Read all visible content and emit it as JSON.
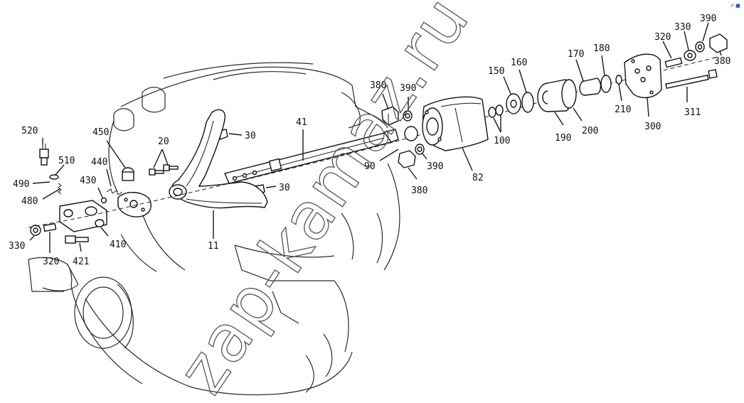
{
  "labels": {
    "l520": "520",
    "l510": "510",
    "l490": "490",
    "l480": "480",
    "l450": "450",
    "l440": "440",
    "l430": "430",
    "l410": "410",
    "l330a": "330",
    "l320a": "320",
    "l421": "421",
    "l20": "20",
    "l30a": "30",
    "l30b": "30",
    "l11": "11",
    "l41": "41",
    "l90": "90",
    "l380a": "380",
    "l390a": "390",
    "l390b": "390",
    "l380b": "380",
    "l82": "82",
    "l100": "100",
    "l150": "150",
    "l160": "160",
    "l170": "170",
    "l180": "180",
    "l190": "190",
    "l200": "200",
    "l210": "210",
    "l300": "300",
    "l311": "311",
    "l320b": "320",
    "l330b": "330",
    "l390c": "390",
    "l380c": "380"
  },
  "watermark": "zap-kamaz.ru",
  "corner_mark": "↗ ■"
}
